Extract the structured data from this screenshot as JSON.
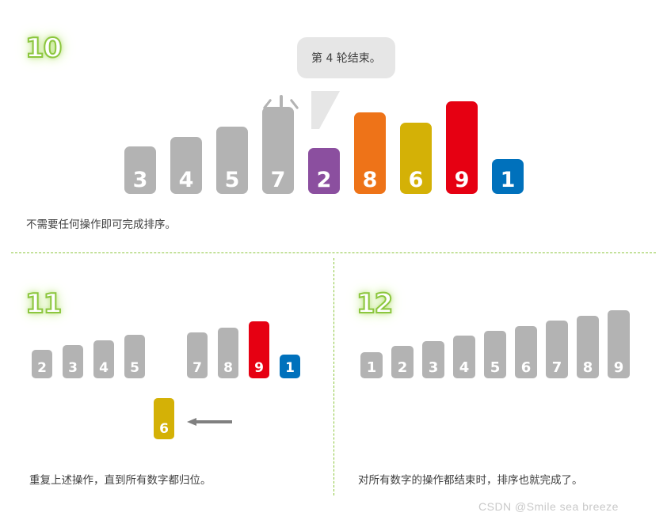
{
  "colors": {
    "gray": "#b3b3b3",
    "purple": "#8b4f9f",
    "orange": "#ee7318",
    "gold": "#d4b106",
    "red": "#e60012",
    "blue": "#0071bc",
    "accent_green": "#8cc63e",
    "bubble_bg": "#e6e6e6",
    "text": "#3f3f3f",
    "arrow": "#808080",
    "watermark": "#c9c9c9"
  },
  "panels": [
    {
      "id": "panel-10",
      "step_label": "10",
      "caption": "不需要任何操作即可完成排序。",
      "bubble": {
        "text": "第 4 轮结束。"
      },
      "sparkle_on": "7",
      "cards": [
        {
          "value": "3",
          "color": "gray",
          "height": 60
        },
        {
          "value": "4",
          "color": "gray",
          "height": 72
        },
        {
          "value": "5",
          "color": "gray",
          "height": 85
        },
        {
          "value": "7",
          "color": "gray",
          "height": 110
        },
        {
          "value": "2",
          "color": "purple",
          "height": 58
        },
        {
          "value": "8",
          "color": "orange",
          "height": 103
        },
        {
          "value": "6",
          "color": "gold",
          "height": 90
        },
        {
          "value": "9",
          "color": "red",
          "height": 117
        },
        {
          "value": "1",
          "color": "blue",
          "height": 44
        }
      ]
    },
    {
      "id": "panel-11",
      "step_label": "11",
      "caption": "重复上述操作，直到所有数字都归位。",
      "cards_left": [
        {
          "value": "2",
          "color": "gray",
          "height": 36
        },
        {
          "value": "3",
          "color": "gray",
          "height": 42
        },
        {
          "value": "4",
          "color": "gray",
          "height": 48
        },
        {
          "value": "5",
          "color": "gray",
          "height": 55
        }
      ],
      "cards_right": [
        {
          "value": "7",
          "color": "gray",
          "height": 58
        },
        {
          "value": "8",
          "color": "gray",
          "height": 64
        },
        {
          "value": "9",
          "color": "red",
          "height": 72
        },
        {
          "value": "1",
          "color": "blue",
          "height": 30
        }
      ],
      "floating_card": {
        "value": "6",
        "color": "gold",
        "height": 52
      },
      "arrow": {
        "direction": "left"
      }
    },
    {
      "id": "panel-12",
      "step_label": "12",
      "caption": "对所有数字的操作都结束时，排序也就完成了。",
      "cards": [
        {
          "value": "1",
          "color": "gray",
          "height": 33
        },
        {
          "value": "2",
          "color": "gray",
          "height": 41
        },
        {
          "value": "3",
          "color": "gray",
          "height": 47
        },
        {
          "value": "4",
          "color": "gray",
          "height": 54
        },
        {
          "value": "5",
          "color": "gray",
          "height": 60
        },
        {
          "value": "6",
          "color": "gray",
          "height": 66
        },
        {
          "value": "7",
          "color": "gray",
          "height": 73
        },
        {
          "value": "8",
          "color": "gray",
          "height": 79
        },
        {
          "value": "9",
          "color": "gray",
          "height": 86
        }
      ]
    }
  ],
  "watermark": "CSDN @Smile sea breeze"
}
